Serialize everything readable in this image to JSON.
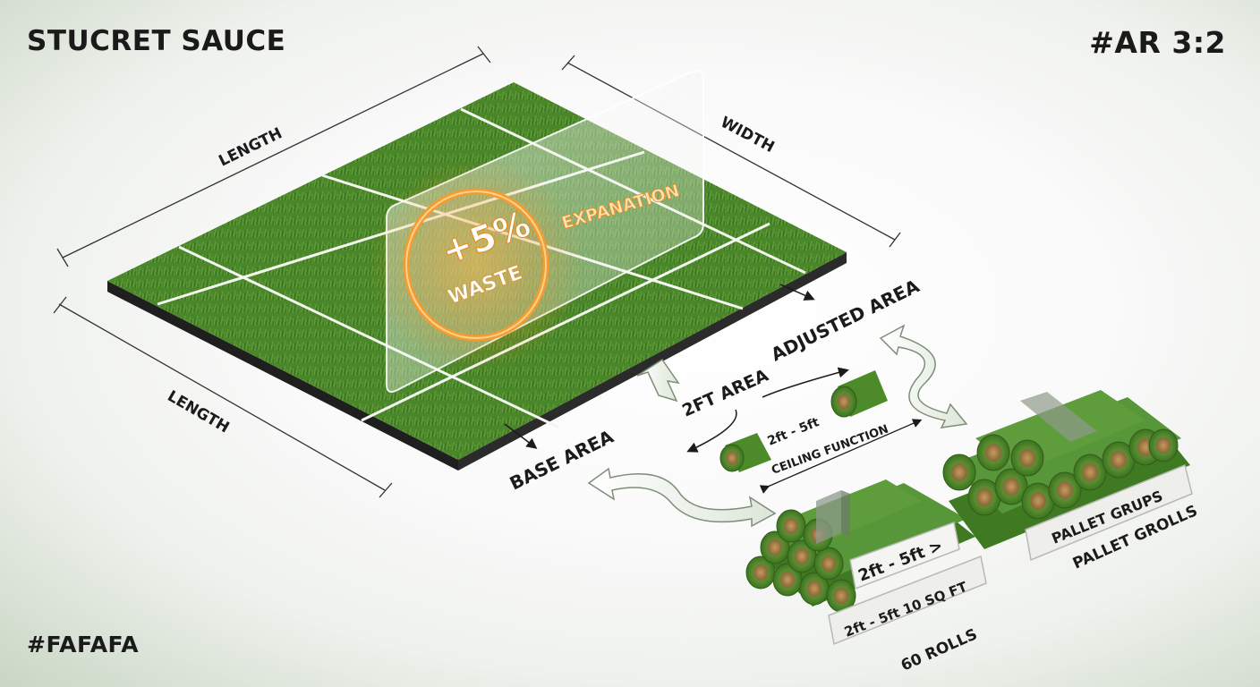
{
  "header": {
    "title": "STUCRET SAUCE",
    "aspect_tag": "#AR 3:2",
    "color_tag": "#FAFAFA"
  },
  "field": {
    "length_top_label": "LENGTH",
    "length_left_label": "LENGTH",
    "width_label": "WIDTH",
    "adjusted_area_label": "ADJUSTED AREA",
    "base_area_label": "BASE AREA"
  },
  "waste_panel": {
    "percent": "+5%",
    "word": "WASTE",
    "caption": "EXPANATION"
  },
  "flow": {
    "area_label": "2FT AREA",
    "roll_range_label": "2ft - 5ft",
    "ceiling_label": "CEILING FUNCTION"
  },
  "stacks": {
    "front_tag": "2ft - 5ft >",
    "front_base": "2ft - 5ft 10 SQ FT",
    "front_count": "60 ROLLS",
    "back_base": "PALLET GRUPS",
    "back_caption": "PALLET GROLLS"
  },
  "colors": {
    "grass": "#4e8a2c",
    "grass_dark": "#356b1e",
    "waste_glow": "#f39c32",
    "background": "#fafafa"
  }
}
